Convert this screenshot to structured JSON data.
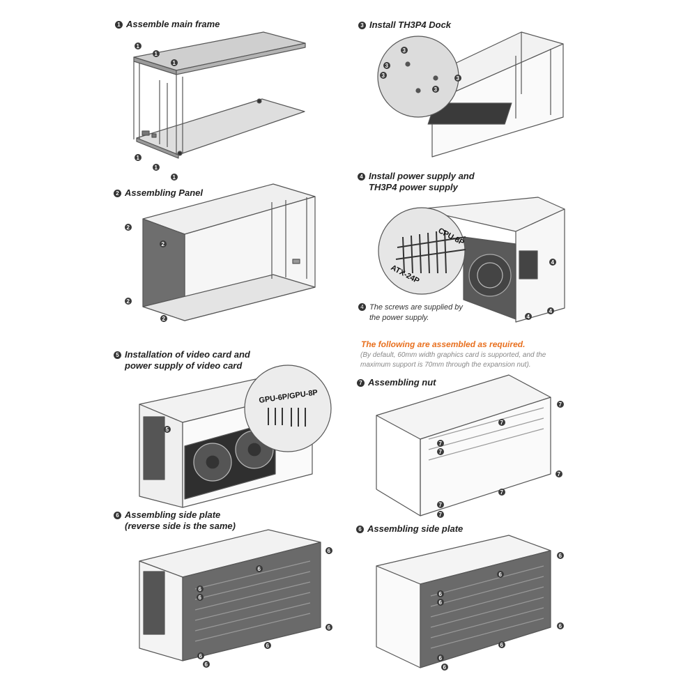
{
  "steps": {
    "s1": {
      "num": "1",
      "title": "Assemble main frame"
    },
    "s2": {
      "num": "2",
      "title": "Assembling Panel"
    },
    "s3": {
      "num": "3",
      "title": "Install TH3P4 Dock"
    },
    "s4": {
      "num": "4",
      "title_line1": "Install power supply and",
      "title_line2": "TH3P4 power supply"
    },
    "s4_note": {
      "num": "4",
      "line1": "The screws are supplied by",
      "line2": "the power supply."
    },
    "s5": {
      "num": "5",
      "title_line1": "Installation of video card and",
      "title_line2": "power supply of video card"
    },
    "s6a": {
      "num": "6",
      "title_line1": "Assembling side plate",
      "title_line2": "(reverse side is the same)"
    },
    "s6b": {
      "num": "6",
      "title": "Assembling side plate"
    },
    "s7": {
      "num": "7",
      "title": "Assembling nut"
    }
  },
  "required": {
    "title": "The following are assembled as required.",
    "line1": "(By default, 60mm width graphics card is supported, and the",
    "line2": "maximum support is 70mm through the expansion nut)."
  },
  "labels": {
    "cpu": "CPU-8P",
    "atx": "ATX-24P",
    "gpu": "GPU-6P/GPU-8P"
  },
  "colors": {
    "line": "#555555",
    "panel_dark": "#6e6e6e",
    "accent": "#e8701f"
  }
}
